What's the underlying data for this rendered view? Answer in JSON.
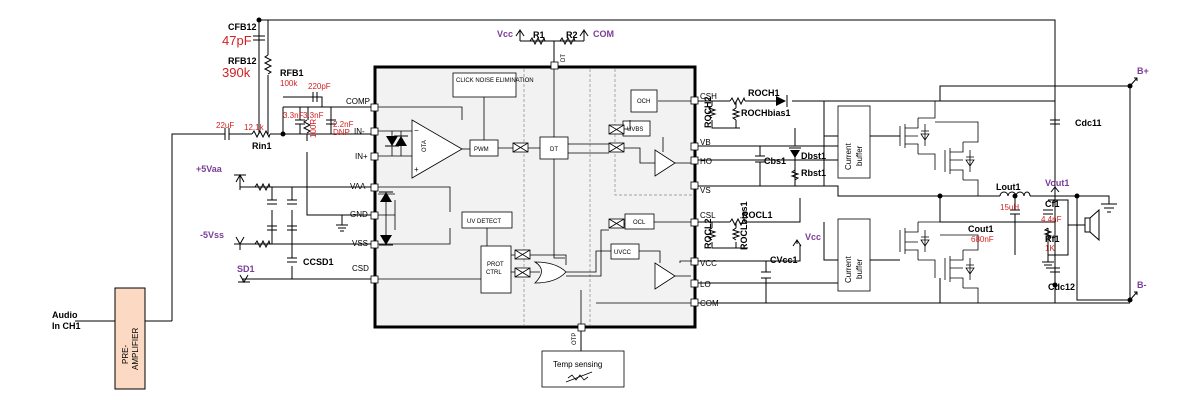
{
  "ic": {
    "pins_left": [
      "COMP",
      "IN-",
      "IN+",
      "VAA",
      "GND",
      "VSS",
      "CSD"
    ],
    "pins_right": [
      "CSH",
      "VB",
      "HO",
      "VS",
      "CSL",
      "VCC",
      "LO",
      "COM"
    ],
    "pin_top": "DT",
    "pin_bottom": "OTP",
    "blocks": {
      "click_noise": "CLICK NOISE ELIMINATION",
      "pwm": "PWM",
      "dt": "DT",
      "oca": "OTA",
      "uv_detect": "UV DETECT",
      "prot_ctrl": "PROT CTRL",
      "och": "OCH",
      "uvbs": "UVBS",
      "ocl": "OCL",
      "uvcc": "UVCC"
    }
  },
  "power_labels": {
    "vcc_top": "Vcc",
    "com_top": "COM",
    "p5vaa": "+5Vaa",
    "m5vss": "-5Vss",
    "sd1": "SD1",
    "vcc_right": "Vcc",
    "b_plus": "B+",
    "b_minus": "B-",
    "vout1": "Vout1"
  },
  "components": {
    "cfb12": {
      "name": "CFB12",
      "value": "47pF"
    },
    "rfb12": {
      "name": "RFB12",
      "value": "390k"
    },
    "rfb1": {
      "name": "RFB1",
      "value": "100k"
    },
    "c_in": {
      "value": "22uF"
    },
    "rin1": {
      "name": "Rin1",
      "value": "12.1k"
    },
    "c220": {
      "value": "220pF"
    },
    "c33a": {
      "value": "3.3nF"
    },
    "c33b": {
      "value": "3.3nF"
    },
    "r100": {
      "value": "100R"
    },
    "c22": {
      "value": "2.2nF"
    },
    "dnp": {
      "value": "DNP"
    },
    "ccsd1": {
      "name": "CCSD1"
    },
    "r1": {
      "name": "R1"
    },
    "r2": {
      "name": "R2"
    },
    "roch1": {
      "name": "ROCH1"
    },
    "roch2": {
      "name": "ROCH2"
    },
    "rochbias1": {
      "name": "ROCHbias1"
    },
    "cbs1": {
      "name": "Cbs1"
    },
    "dbst1": {
      "name": "Dbst1"
    },
    "rbst1": {
      "name": "Rbst1"
    },
    "rocl1": {
      "name": "ROCL1"
    },
    "rocl2": {
      "name": "ROCL2"
    },
    "roclbias1": {
      "name": "ROCLbias1"
    },
    "cvcc1": {
      "name": "CVcc1"
    },
    "lout1": {
      "name": "Lout1",
      "value": "15uH"
    },
    "cout1": {
      "name": "Cout1",
      "value": "680nF"
    },
    "cf1": {
      "name": "Cf1",
      "value": "4.4nF"
    },
    "rf1": {
      "name": "Rf1",
      "value": "1K"
    },
    "cdc11": {
      "name": "Cdc11"
    },
    "cdc12": {
      "name": "Cdc12"
    }
  },
  "buffers": {
    "top": "Current buffer",
    "bottom": "Current buffer"
  },
  "pre_amp": "PRE-AMPLIFIER",
  "audio_in": [
    "Audio",
    "In CH1"
  ],
  "temp_sensing": "Temp sensing"
}
